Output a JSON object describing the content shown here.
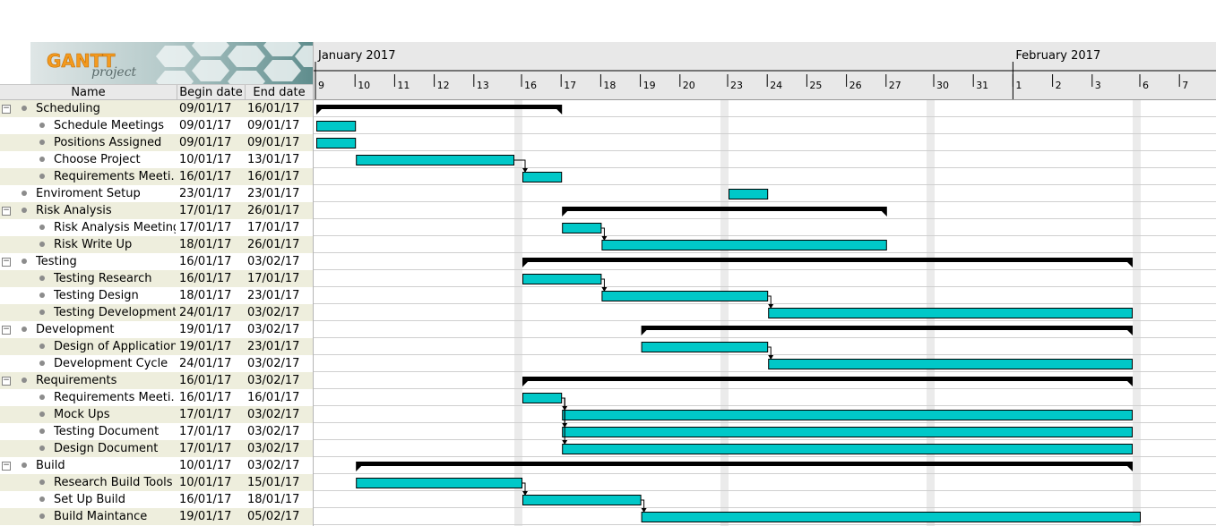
{
  "app": {
    "logo_text": "GANTT",
    "logo_sub": "project"
  },
  "table": {
    "headers": {
      "name": "Name",
      "begin": "Begin date",
      "end": "End date"
    },
    "rows": [
      {
        "name": "Scheduling",
        "begin": "09/01/17",
        "end": "16/01/17",
        "level": 0,
        "group": true
      },
      {
        "name": "Schedule Meetings",
        "begin": "09/01/17",
        "end": "09/01/17",
        "level": 1,
        "group": false
      },
      {
        "name": "Positions Assigned",
        "begin": "09/01/17",
        "end": "09/01/17",
        "level": 1,
        "group": false
      },
      {
        "name": "Choose Project",
        "begin": "10/01/17",
        "end": "13/01/17",
        "level": 1,
        "group": false
      },
      {
        "name": "Requirements Meeti…",
        "begin": "16/01/17",
        "end": "16/01/17",
        "level": 1,
        "group": false
      },
      {
        "name": "Enviroment Setup",
        "begin": "23/01/17",
        "end": "23/01/17",
        "level": 0,
        "group": false
      },
      {
        "name": "Risk Analysis",
        "begin": "17/01/17",
        "end": "26/01/17",
        "level": 0,
        "group": true
      },
      {
        "name": "Risk Analysis Meeting",
        "begin": "17/01/17",
        "end": "17/01/17",
        "level": 1,
        "group": false
      },
      {
        "name": "Risk Write Up",
        "begin": "18/01/17",
        "end": "26/01/17",
        "level": 1,
        "group": false
      },
      {
        "name": "Testing",
        "begin": "16/01/17",
        "end": "03/02/17",
        "level": 0,
        "group": true
      },
      {
        "name": "Testing Research",
        "begin": "16/01/17",
        "end": "17/01/17",
        "level": 1,
        "group": false
      },
      {
        "name": "Testing Design",
        "begin": "18/01/17",
        "end": "23/01/17",
        "level": 1,
        "group": false
      },
      {
        "name": "Testing Development",
        "begin": "24/01/17",
        "end": "03/02/17",
        "level": 1,
        "group": false
      },
      {
        "name": "Development",
        "begin": "19/01/17",
        "end": "03/02/17",
        "level": 0,
        "group": true
      },
      {
        "name": "Design of Application",
        "begin": "19/01/17",
        "end": "23/01/17",
        "level": 1,
        "group": false
      },
      {
        "name": "Development Cycle",
        "begin": "24/01/17",
        "end": "03/02/17",
        "level": 1,
        "group": false
      },
      {
        "name": "Requirements",
        "begin": "16/01/17",
        "end": "03/02/17",
        "level": 0,
        "group": true
      },
      {
        "name": "Requirements Meeti…",
        "begin": "16/01/17",
        "end": "16/01/17",
        "level": 1,
        "group": false
      },
      {
        "name": "Mock Ups",
        "begin": "17/01/17",
        "end": "03/02/17",
        "level": 1,
        "group": false
      },
      {
        "name": "Testing Document",
        "begin": "17/01/17",
        "end": "03/02/17",
        "level": 1,
        "group": false
      },
      {
        "name": "Design Document",
        "begin": "17/01/17",
        "end": "03/02/17",
        "level": 1,
        "group": false
      },
      {
        "name": "Build",
        "begin": "10/01/17",
        "end": "03/02/17",
        "level": 0,
        "group": true
      },
      {
        "name": "Research Build Tools",
        "begin": "10/01/17",
        "end": "15/01/17",
        "level": 1,
        "group": false
      },
      {
        "name": "Set Up Build",
        "begin": "16/01/17",
        "end": "18/01/17",
        "level": 1,
        "group": false
      },
      {
        "name": "Build Maintance",
        "begin": "19/01/17",
        "end": "05/02/17",
        "level": 1,
        "group": false
      }
    ]
  },
  "timeline": {
    "months": [
      "January 2017",
      "February 2017"
    ],
    "day_labels": [
      "9",
      "10",
      "11",
      "12",
      "13",
      "16",
      "17",
      "18",
      "19",
      "20",
      "23",
      "24",
      "25",
      "26",
      "27",
      "30",
      "31",
      "1",
      "2",
      "3",
      "6",
      "7"
    ],
    "bar_color": "#00c8c8",
    "summary_color": "#000000",
    "weekend_color": "#ebebeb"
  },
  "chart_data": {
    "type": "gantt",
    "dates_axis_start": "09/01/17",
    "tasks": [
      {
        "name": "Scheduling",
        "start": "2017-01-09",
        "end": "2017-01-16",
        "summary": true
      },
      {
        "name": "Schedule Meetings",
        "start": "2017-01-09",
        "end": "2017-01-09"
      },
      {
        "name": "Positions Assigned",
        "start": "2017-01-09",
        "end": "2017-01-09"
      },
      {
        "name": "Choose Project",
        "start": "2017-01-10",
        "end": "2017-01-13"
      },
      {
        "name": "Requirements Meeting",
        "start": "2017-01-16",
        "end": "2017-01-16"
      },
      {
        "name": "Enviroment Setup",
        "start": "2017-01-23",
        "end": "2017-01-23"
      },
      {
        "name": "Risk Analysis",
        "start": "2017-01-17",
        "end": "2017-01-26",
        "summary": true
      },
      {
        "name": "Risk Analysis Meeting",
        "start": "2017-01-17",
        "end": "2017-01-17"
      },
      {
        "name": "Risk Write Up",
        "start": "2017-01-18",
        "end": "2017-01-26"
      },
      {
        "name": "Testing",
        "start": "2017-01-16",
        "end": "2017-02-03",
        "summary": true
      },
      {
        "name": "Testing Research",
        "start": "2017-01-16",
        "end": "2017-01-17"
      },
      {
        "name": "Testing Design",
        "start": "2017-01-18",
        "end": "2017-01-23"
      },
      {
        "name": "Testing Development",
        "start": "2017-01-24",
        "end": "2017-02-03"
      },
      {
        "name": "Development",
        "start": "2017-01-19",
        "end": "2017-02-03",
        "summary": true
      },
      {
        "name": "Design of Application",
        "start": "2017-01-19",
        "end": "2017-01-23"
      },
      {
        "name": "Development Cycle",
        "start": "2017-01-24",
        "end": "2017-02-03"
      },
      {
        "name": "Requirements",
        "start": "2017-01-16",
        "end": "2017-02-03",
        "summary": true
      },
      {
        "name": "Requirements Meeting",
        "start": "2017-01-16",
        "end": "2017-01-16"
      },
      {
        "name": "Mock Ups",
        "start": "2017-01-17",
        "end": "2017-02-03"
      },
      {
        "name": "Testing Document",
        "start": "2017-01-17",
        "end": "2017-02-03"
      },
      {
        "name": "Design Document",
        "start": "2017-01-17",
        "end": "2017-02-03"
      },
      {
        "name": "Build",
        "start": "2017-01-10",
        "end": "2017-02-03",
        "summary": true
      },
      {
        "name": "Research Build Tools",
        "start": "2017-01-10",
        "end": "2017-01-15"
      },
      {
        "name": "Set Up Build",
        "start": "2017-01-16",
        "end": "2017-01-18"
      },
      {
        "name": "Build Maintance",
        "start": "2017-01-19",
        "end": "2017-02-05"
      }
    ],
    "dependencies": [
      [
        "Choose Project",
        "Requirements Meeting"
      ],
      [
        "Risk Analysis Meeting",
        "Risk Write Up"
      ],
      [
        "Testing Research",
        "Testing Design"
      ],
      [
        "Testing Design",
        "Testing Development"
      ],
      [
        "Design of Application",
        "Development Cycle"
      ],
      [
        "Requirements Meeting",
        "Mock Ups"
      ],
      [
        "Requirements Meeting",
        "Testing Document"
      ],
      [
        "Requirements Meeting",
        "Design Document"
      ],
      [
        "Research Build Tools",
        "Set Up Build"
      ],
      [
        "Set Up Build",
        "Build Maintance"
      ]
    ]
  }
}
